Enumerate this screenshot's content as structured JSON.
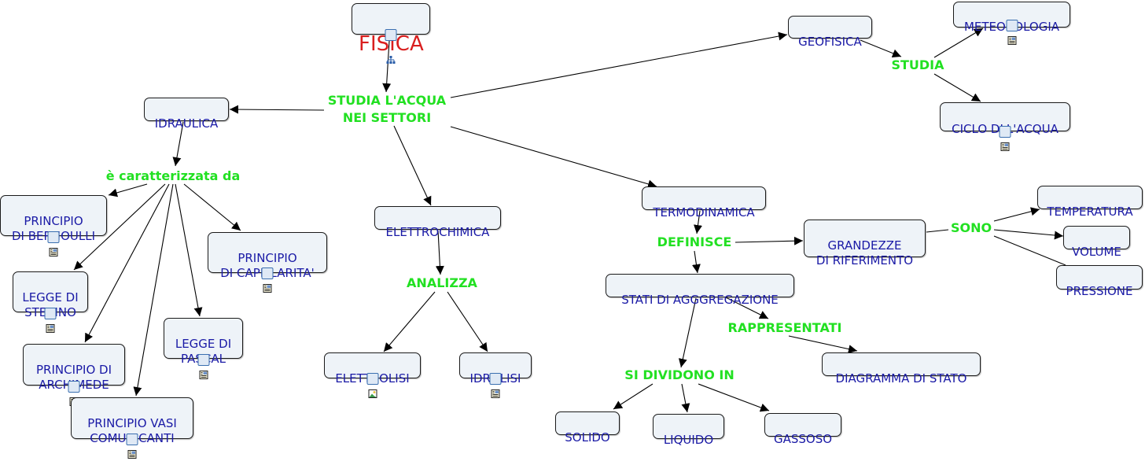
{
  "map": {
    "root": {
      "label": "FISICA",
      "resource": "submap-icon"
    },
    "nodes": {
      "geofisica": {
        "label": "GEOFISICA"
      },
      "meteorologia": {
        "label": "METEOROLOGIA",
        "resource": "document-icon"
      },
      "ciclo": {
        "label": "CICLO DLL'ACQUA",
        "resource": "document-icon"
      },
      "idraulica": {
        "label": "IDRAULICA"
      },
      "bernoulli": {
        "label": "PRINCIPIO\nDI BERNOULLI",
        "resource": "document-icon"
      },
      "capillarita": {
        "label": "PRINCIPIO\nDI CAPILLARITA'",
        "resource": "document-icon"
      },
      "stevino": {
        "label": "LEGGE DI\nSTEVINO",
        "resource": "document-icon"
      },
      "pascal": {
        "label": "LEGGE DI\nPASCAL",
        "resource": "document-icon"
      },
      "archimede": {
        "label": "PRINCIPIO DI\nARCHIMEDE",
        "resource": "document-icon"
      },
      "vasi": {
        "label": "PRINCIPIO VASI\nCOMUNICANTI",
        "resource": "document-icon"
      },
      "elettrochimica": {
        "label": "ELETTROCHIMICA"
      },
      "elettrolisi": {
        "label": "ELETTROLISI",
        "resource": "image-icon"
      },
      "idrolisi": {
        "label": "IDROLISI",
        "resource": "document-icon"
      },
      "termodinamica": {
        "label": "TERMODINAMICA"
      },
      "grandezze": {
        "label": "GRANDEZZE\nDI RIFERIMENTO"
      },
      "temperatura": {
        "label": "TEMPERATURA"
      },
      "volume": {
        "label": "VOLUME"
      },
      "pressione": {
        "label": "PRESSIONE"
      },
      "stati": {
        "label": "STATI DI AGGGREGAZIONE"
      },
      "diagramma": {
        "label": "DIAGRAMMA DI STATO"
      },
      "solido": {
        "label": "SOLIDO"
      },
      "liquido": {
        "label": "LIQUIDO"
      },
      "gassoso": {
        "label": "GASSOSO"
      }
    },
    "links": {
      "studia_acqua": {
        "label": "STUDIA L'ACQUA\nNEI SETTORI"
      },
      "studia": {
        "label": "STUDIA"
      },
      "caratterizzata": {
        "label": "è caratterizzata da"
      },
      "analizza": {
        "label": "ANALIZZA"
      },
      "definisce": {
        "label": "DEFINISCE"
      },
      "sono": {
        "label": "SONO"
      },
      "rappresentati": {
        "label": "RAPPRESENTATI"
      },
      "si_dividono": {
        "label": "SI DIVIDONO IN"
      }
    },
    "colors": {
      "concept_text": "#1a1aa6",
      "root_text": "#d91e1e",
      "link_text": "#22e022",
      "node_fill": "#eef3f8",
      "line": "#000000"
    }
  }
}
